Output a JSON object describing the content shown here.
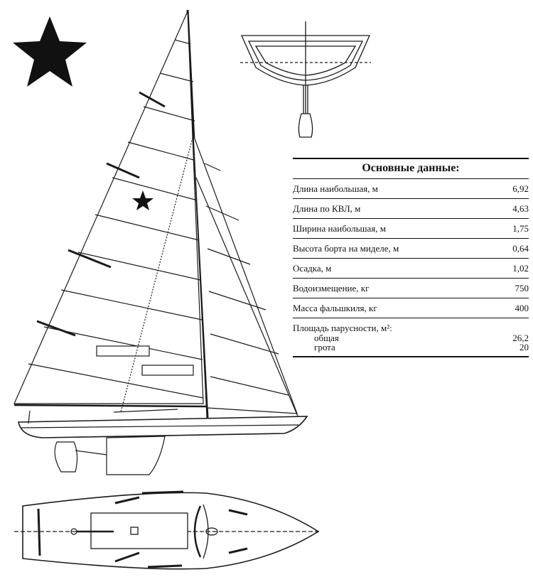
{
  "spec_table": {
    "title": "Основные данные:",
    "rows": [
      {
        "label": "Длина наибольшая, м",
        "value": "6,92"
      },
      {
        "label": "Длина по КВЛ, м",
        "value": "4,63"
      },
      {
        "label": "Ширина наибольшая, м",
        "value": "1,75"
      },
      {
        "label": "Высота борта на миделе, м",
        "value": "0,64"
      },
      {
        "label": "Осадка, м",
        "value": "1,02"
      },
      {
        "label": "Водоизмещение, кг",
        "value": "750"
      },
      {
        "label": "Масса фальшкиля, кг",
        "value": "400"
      }
    ],
    "sail_area": {
      "label": "Площадь парусности, м²:",
      "total_label": "общая",
      "total_value": "26,2",
      "main_label": "грота",
      "main_value": "20"
    }
  },
  "emblem": {
    "shape": "five-point-star",
    "color": "#111111"
  },
  "views": [
    "sail-plan-side-view",
    "midship-section-view",
    "deck-plan-top-view"
  ]
}
